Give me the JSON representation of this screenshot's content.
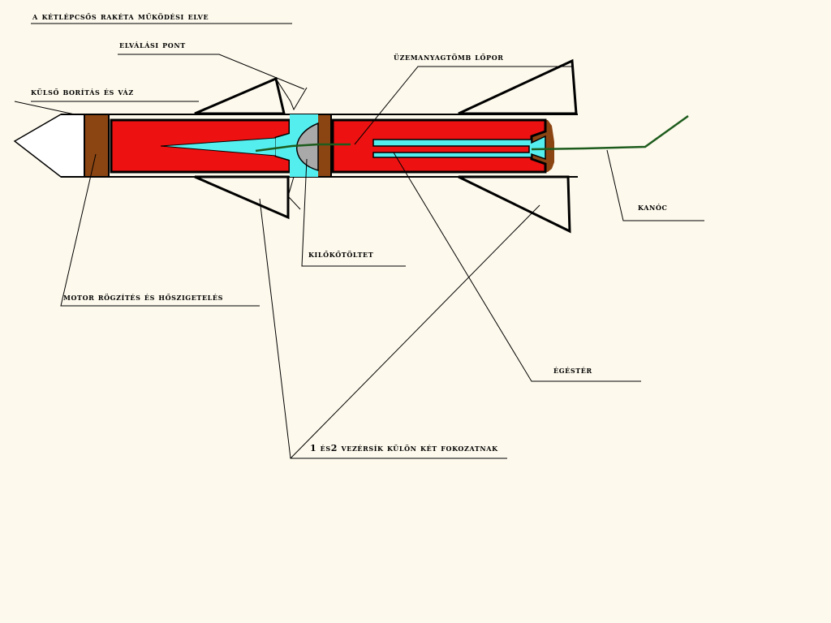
{
  "title": "A KÉTLÉPCSŐS RAKÉTA MŰKÖDÉSI ELVE",
  "labels": {
    "separation_point": "ELVÁLÁSI PONT",
    "outer_casing": "KÜLSŐ BORÍTÁS ÉS VÁZ",
    "fuel_mass": "ÜZEMANYAGTÖMB LŐPOR",
    "fuse": "KANÓC",
    "ejection_charge": "KILŐKŐTÖLTET",
    "motor_mount": "MOTOR RÖGZÍTÉS ÉS HŐSZIGETELÉS",
    "combustion_chamber": "ÉGÉSTÉR",
    "fins": "1 ÉS2 VEZÉRSÍK KÜLÖN KÉT FOKOZATNAK"
  },
  "colors": {
    "background": "#fdf9ec",
    "fuel": "#ee1111",
    "channel": "#55eeee",
    "mount": "#8b4513",
    "ejection": "#a9a9a9",
    "fuse": "#1d5c1d",
    "nose": "#ffffff"
  }
}
